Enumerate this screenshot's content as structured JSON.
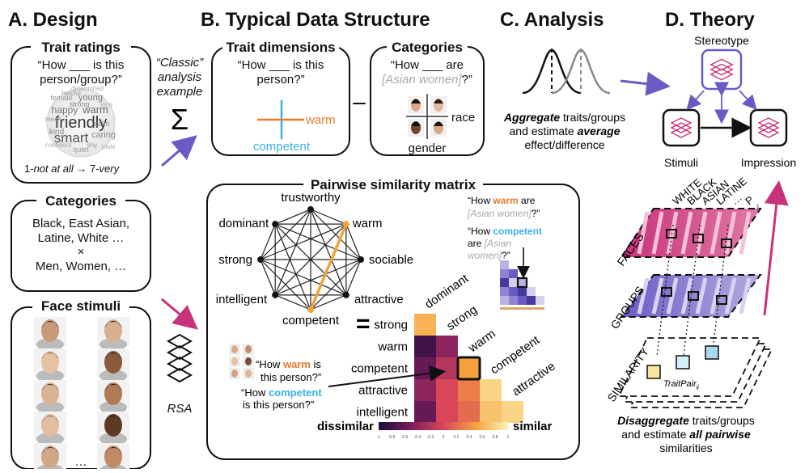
{
  "panels": {
    "design": "A. Design",
    "structure": "B. Typical Data Structure",
    "analysis": "C. Analysis",
    "theory": "D. Theory"
  },
  "design": {
    "trait_ratings": {
      "title": "Trait ratings",
      "q1": "“How ___ is this",
      "q2": "person/group?”",
      "scale_prefix": "1-",
      "scale_not": "not at all",
      "scale_arrow": " → 7-",
      "scale_very": "very"
    },
    "wordcloud_words": [
      "friendly",
      "smart",
      "warm",
      "happy",
      "young",
      "kind",
      "caring",
      "quiet",
      "female",
      "calm",
      "helpful",
      "mean",
      "male",
      "shy",
      "strong",
      "confident",
      "determined",
      "nice"
    ],
    "categories": {
      "title": "Categories",
      "line1": "Black, East Asian,",
      "line2": "Latine, White …",
      "times": "×",
      "line3": "Men, Women, …"
    },
    "face_stimuli": {
      "title": "Face stimuli",
      "ellipsis": "…"
    },
    "classic": {
      "l1": "“Classic”",
      "l2": "analysis",
      "l3": "example",
      "sigma": "Σ"
    },
    "rsa": "RSA"
  },
  "structure": {
    "trait_dimensions": {
      "title": "Trait dimensions",
      "q1": "“How ___ is this",
      "q2": "person?”",
      "warm": "warm",
      "competent": "competent"
    },
    "minus": "–",
    "categories": {
      "title": "Categories",
      "q1": "“How ___ are",
      "q2_gray": "[Asian women]",
      "q2_end": "?”",
      "race": "race",
      "gender": "gender"
    },
    "pairwise": {
      "title": "Pairwise similarity matrix",
      "nodes": [
        "trustworthy",
        "warm",
        "sociable",
        "attractive",
        "competent",
        "intelligent",
        "strong",
        "dominant"
      ],
      "equals": "=",
      "rows": [
        "strong",
        "warm",
        "competent",
        "attractive",
        "intelligent"
      ],
      "cols": [
        "dominant",
        "strong",
        "warm",
        "competent",
        "attractive"
      ],
      "dissimilar": "dissimilar",
      "similar": "similar",
      "cbar_ticks": [
        "-1",
        "-0.8",
        "-0.6",
        "-0.4",
        "-0.2",
        "0",
        "0.2",
        "0.4",
        "0.6",
        "0.8",
        "1"
      ],
      "q_warm_a": "“How ",
      "q_warm_b": "warm",
      "q_warm_c": " is",
      "q_warm_d": "this person?”",
      "q_comp_a": "“How ",
      "q_comp_b": "competent",
      "q_comp_d": "is this person?”",
      "g_warm_a": "“How ",
      "g_warm_b": "warm",
      "g_warm_c": " are",
      "g_warm_d": "[Asian women]",
      "g_warm_e": "?”",
      "g_comp_a": "“How ",
      "g_comp_b": "competent",
      "g_comp_c": "are ",
      "g_comp_d": "[Asian",
      "g_comp_e": "women]",
      "g_comp_f": "?”"
    }
  },
  "analysis": {
    "l1a": "Aggregate",
    "l1b": " traits/groups",
    "l2": "and estimate ",
    "l2b": "average",
    "l3": "effect/difference"
  },
  "theory": {
    "stereotype": "Stereotype",
    "stimuli": "Stimuli",
    "impression": "Impression",
    "faces": "FACES",
    "groups": "GROUPS",
    "similarity": "SIMILARITY",
    "col_labels": [
      "WHITE",
      "BLACK",
      "ASIAN",
      "LATINE",
      "…",
      "P"
    ],
    "col_sub": "j",
    "traitpair": "TraitPair",
    "traitpair_sub": "ij",
    "d1a": "Disaggregate",
    "d1b": " traits/groups",
    "d2a": "and estimate ",
    "d2b": "all pairwise",
    "d3": "similarities"
  },
  "chart_data": {
    "type": "heatmap",
    "rows": [
      "strong",
      "warm",
      "competent",
      "attractive",
      "intelligent"
    ],
    "cols": [
      "dominant",
      "strong",
      "warm",
      "competent",
      "attractive"
    ],
    "values": [
      [
        0.6,
        null,
        null,
        null,
        null
      ],
      [
        -0.8,
        -0.4,
        null,
        null,
        null
      ],
      [
        -0.6,
        -0.2,
        0.5,
        null,
        null
      ],
      [
        -0.4,
        0.0,
        0.3,
        0.8,
        null
      ],
      [
        -0.6,
        0.0,
        0.2,
        0.7,
        0.8
      ]
    ],
    "highlight": [
      "competent",
      "warm"
    ],
    "scale": [
      -1,
      1
    ]
  },
  "colors": {
    "orange": "#e87b2a",
    "blue": "#3bb0e6",
    "purple": "#6a5bc4",
    "magenta": "#c8327a"
  }
}
